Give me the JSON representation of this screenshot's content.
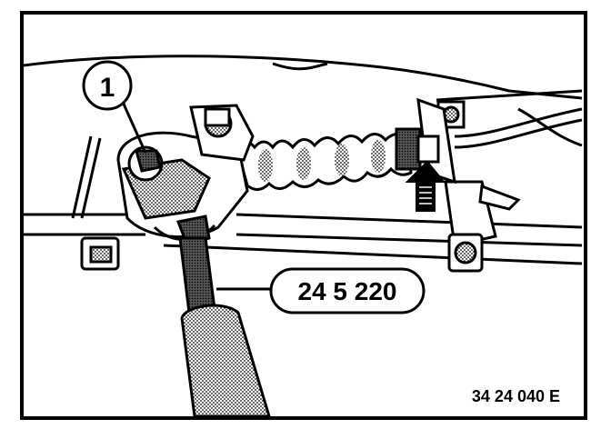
{
  "figure": {
    "callout_number": "1",
    "tool_label": "24 5 220",
    "figure_code": "34 24 040 E"
  },
  "colors": {
    "ink": "#000000",
    "paper": "#ffffff",
    "shade": "#9a9a9a"
  }
}
